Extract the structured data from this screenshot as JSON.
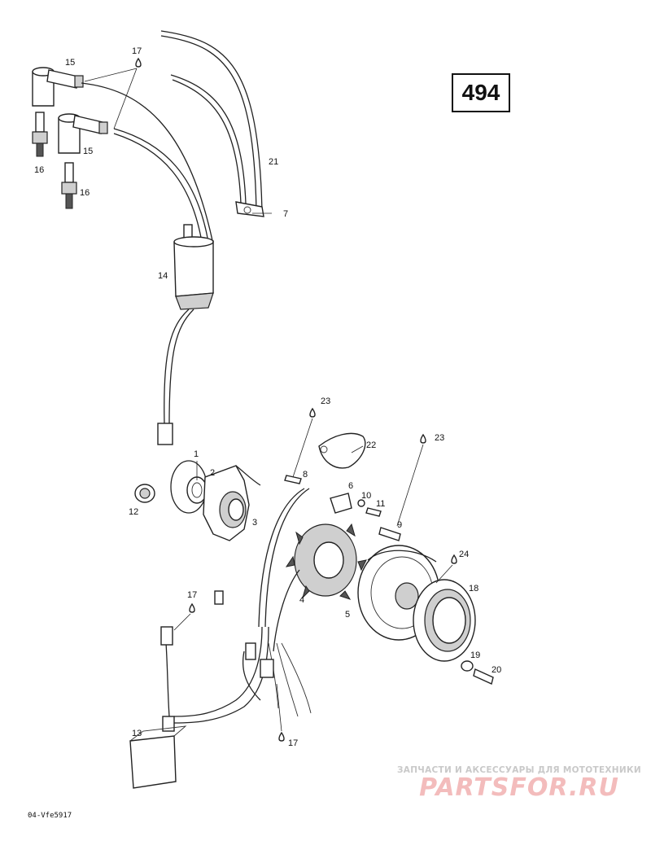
{
  "page_number": "494",
  "drawing_code": "04-Vfe5917",
  "watermark": {
    "tagline": "ЗАПЧАСТИ И АКСЕССУАРЫ ДЛЯ МОТОТЕХНИКИ",
    "logo": "PARTSFOR.RU"
  },
  "callouts": [
    "1",
    "2",
    "3",
    "4",
    "5",
    "6",
    "7",
    "8",
    "9",
    "10",
    "11",
    "12",
    "13",
    "14",
    "15",
    "15",
    "16",
    "16",
    "17",
    "17",
    "17",
    "18",
    "19",
    "20",
    "21",
    "22",
    "23",
    "23",
    "24"
  ]
}
